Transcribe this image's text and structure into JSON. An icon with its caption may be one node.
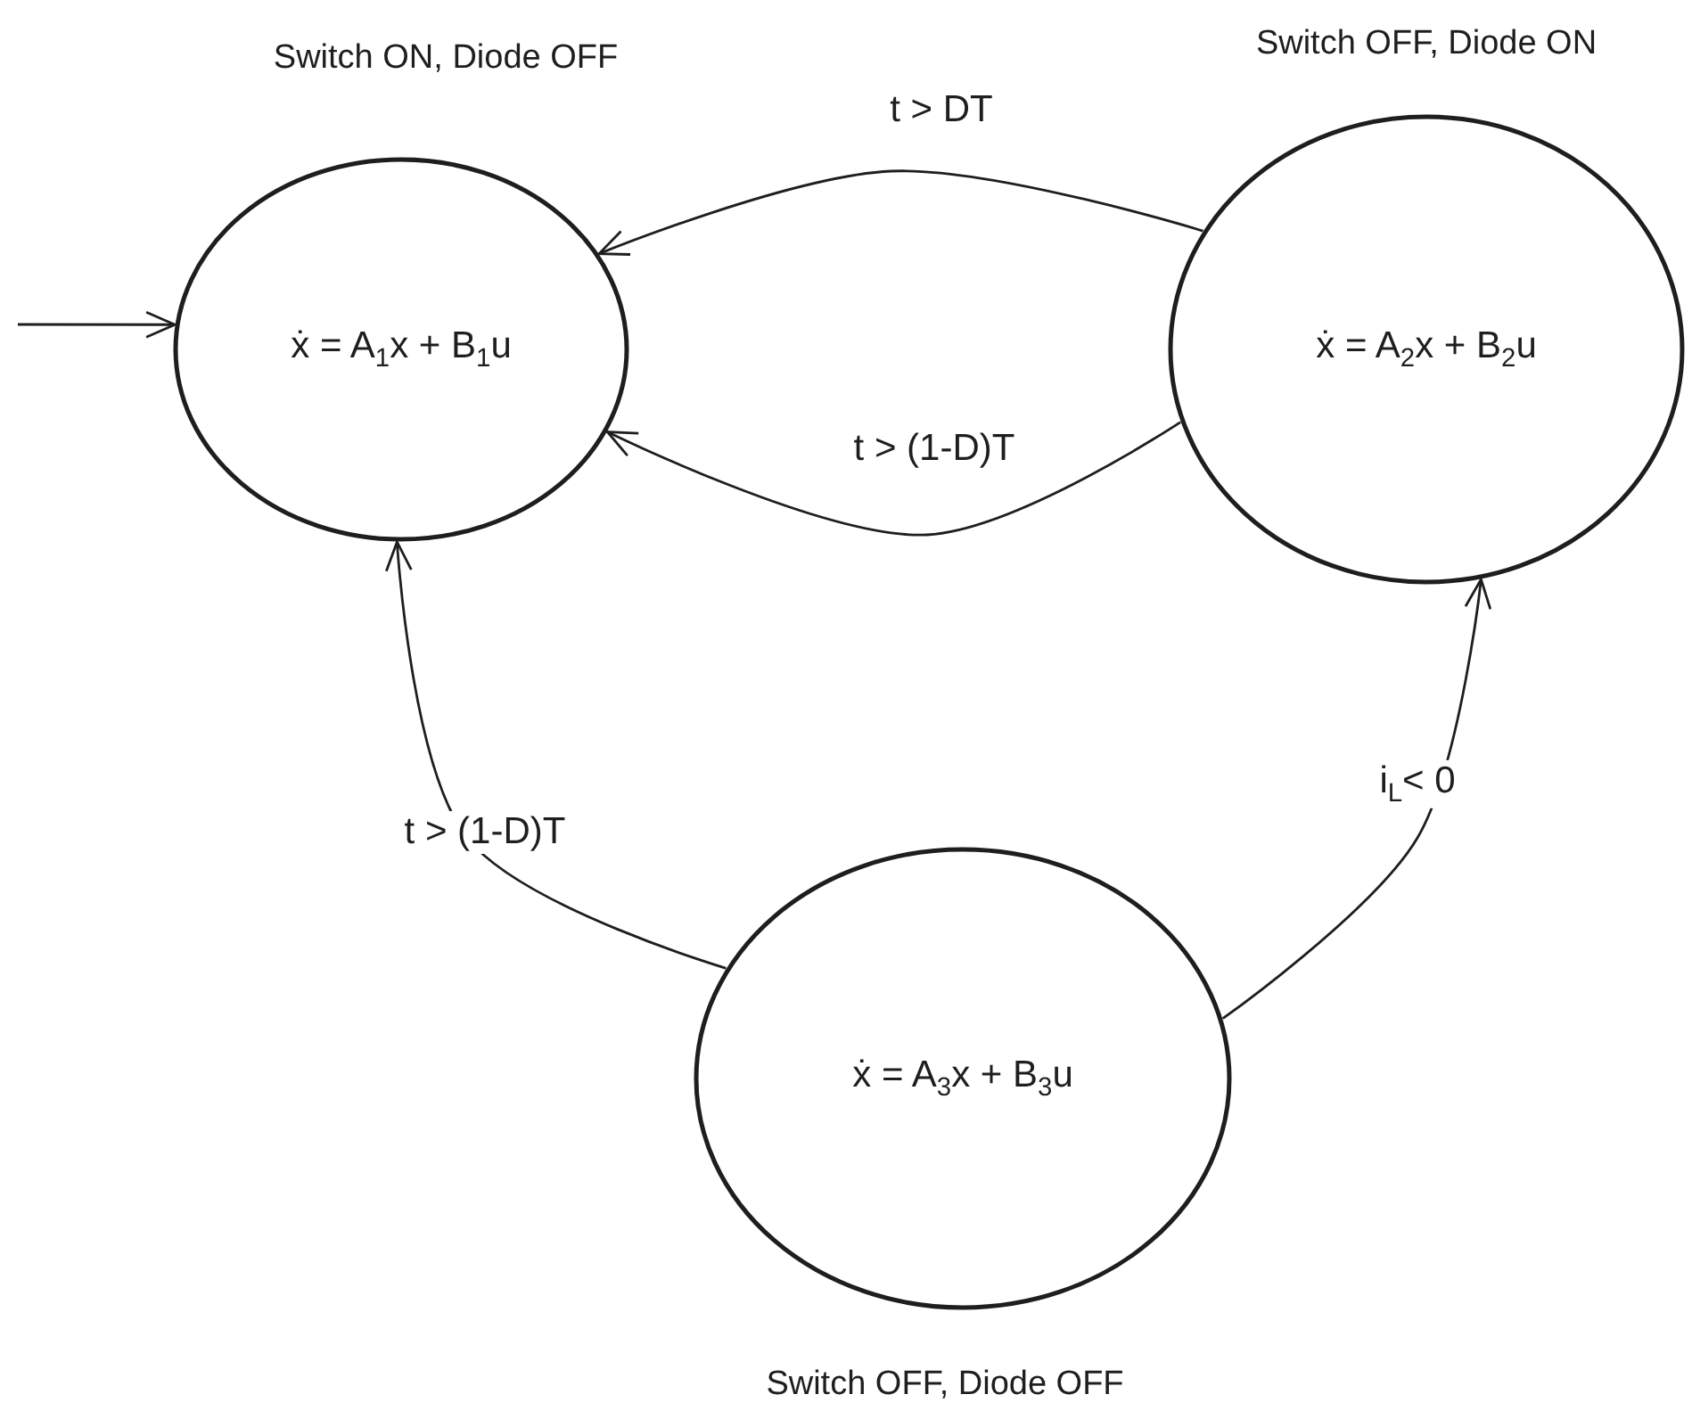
{
  "diagram": {
    "nodes": [
      {
        "text": [
          "ẋ = A$_{1}$x + B$_{1}$u"
        ],
        "beside": [
          "Switch ON, Diode OFF"
        ]
      },
      {
        "text": [
          "ẋ = A$_{2}$x + B$_{2}$u"
        ],
        "beside": [
          "Switch OFF, Diode ON"
        ]
      },
      {
        "text": [
          "ẋ = A$_{3}$x + B$_{3}$u"
        ],
        "beside": [
          "Switch OFF, Diode OFF"
        ]
      }
    ],
    "edges": [
      {
        "from": null,
        "to": 0,
        "arrow": "to"
      },
      {
        "from": 1,
        "to": 0,
        "arrow": "to",
        "label": "t > DT"
      },
      {
        "from": 1,
        "to": 0,
        "arrow": "to",
        "label": "t > (1-D)T"
      },
      {
        "from": 2,
        "to": 0,
        "arrow": "to",
        "label": "t > (1-D)T"
      },
      {
        "from": 2,
        "to": 1,
        "arrow": "to",
        "label": "i$_{L}$< 0"
      }
    ]
  }
}
